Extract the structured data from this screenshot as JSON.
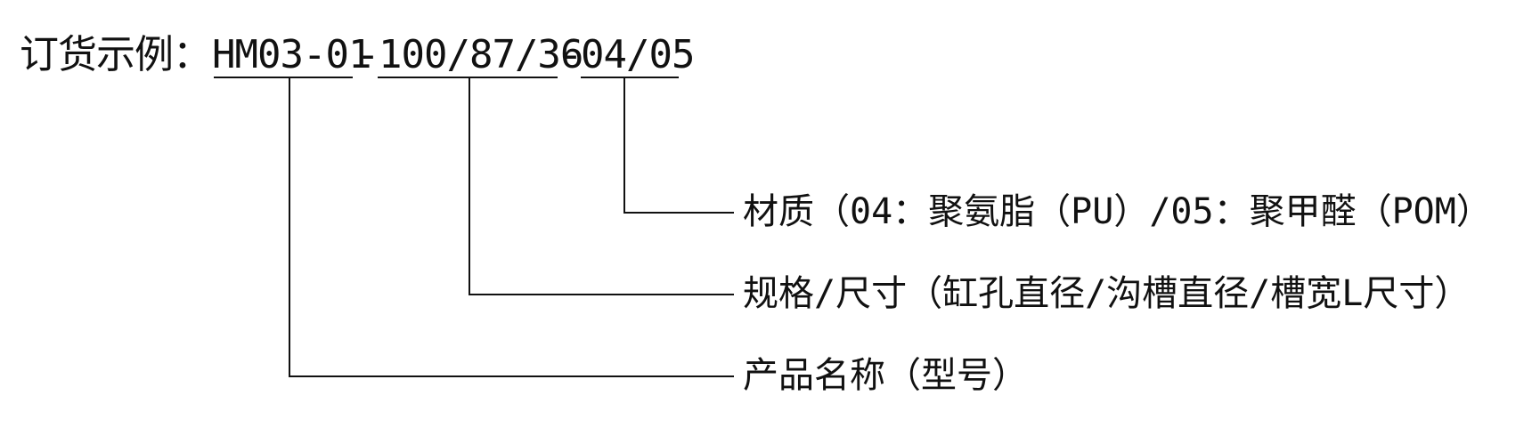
{
  "order_example": {
    "prefix": "订货示例：",
    "code": {
      "model": "HM03-01",
      "sep1": "-",
      "size": "100/87/36",
      "sep2": "-",
      "material": "04/05"
    }
  },
  "callouts": [
    {
      "text": "材质（04：聚氨脂（PU）/05：聚甲醛（POM）"
    },
    {
      "text": "规格/尺寸（缸孔直径/沟槽直径/槽宽L尺寸）"
    },
    {
      "text": "产品名称（型号）"
    }
  ]
}
